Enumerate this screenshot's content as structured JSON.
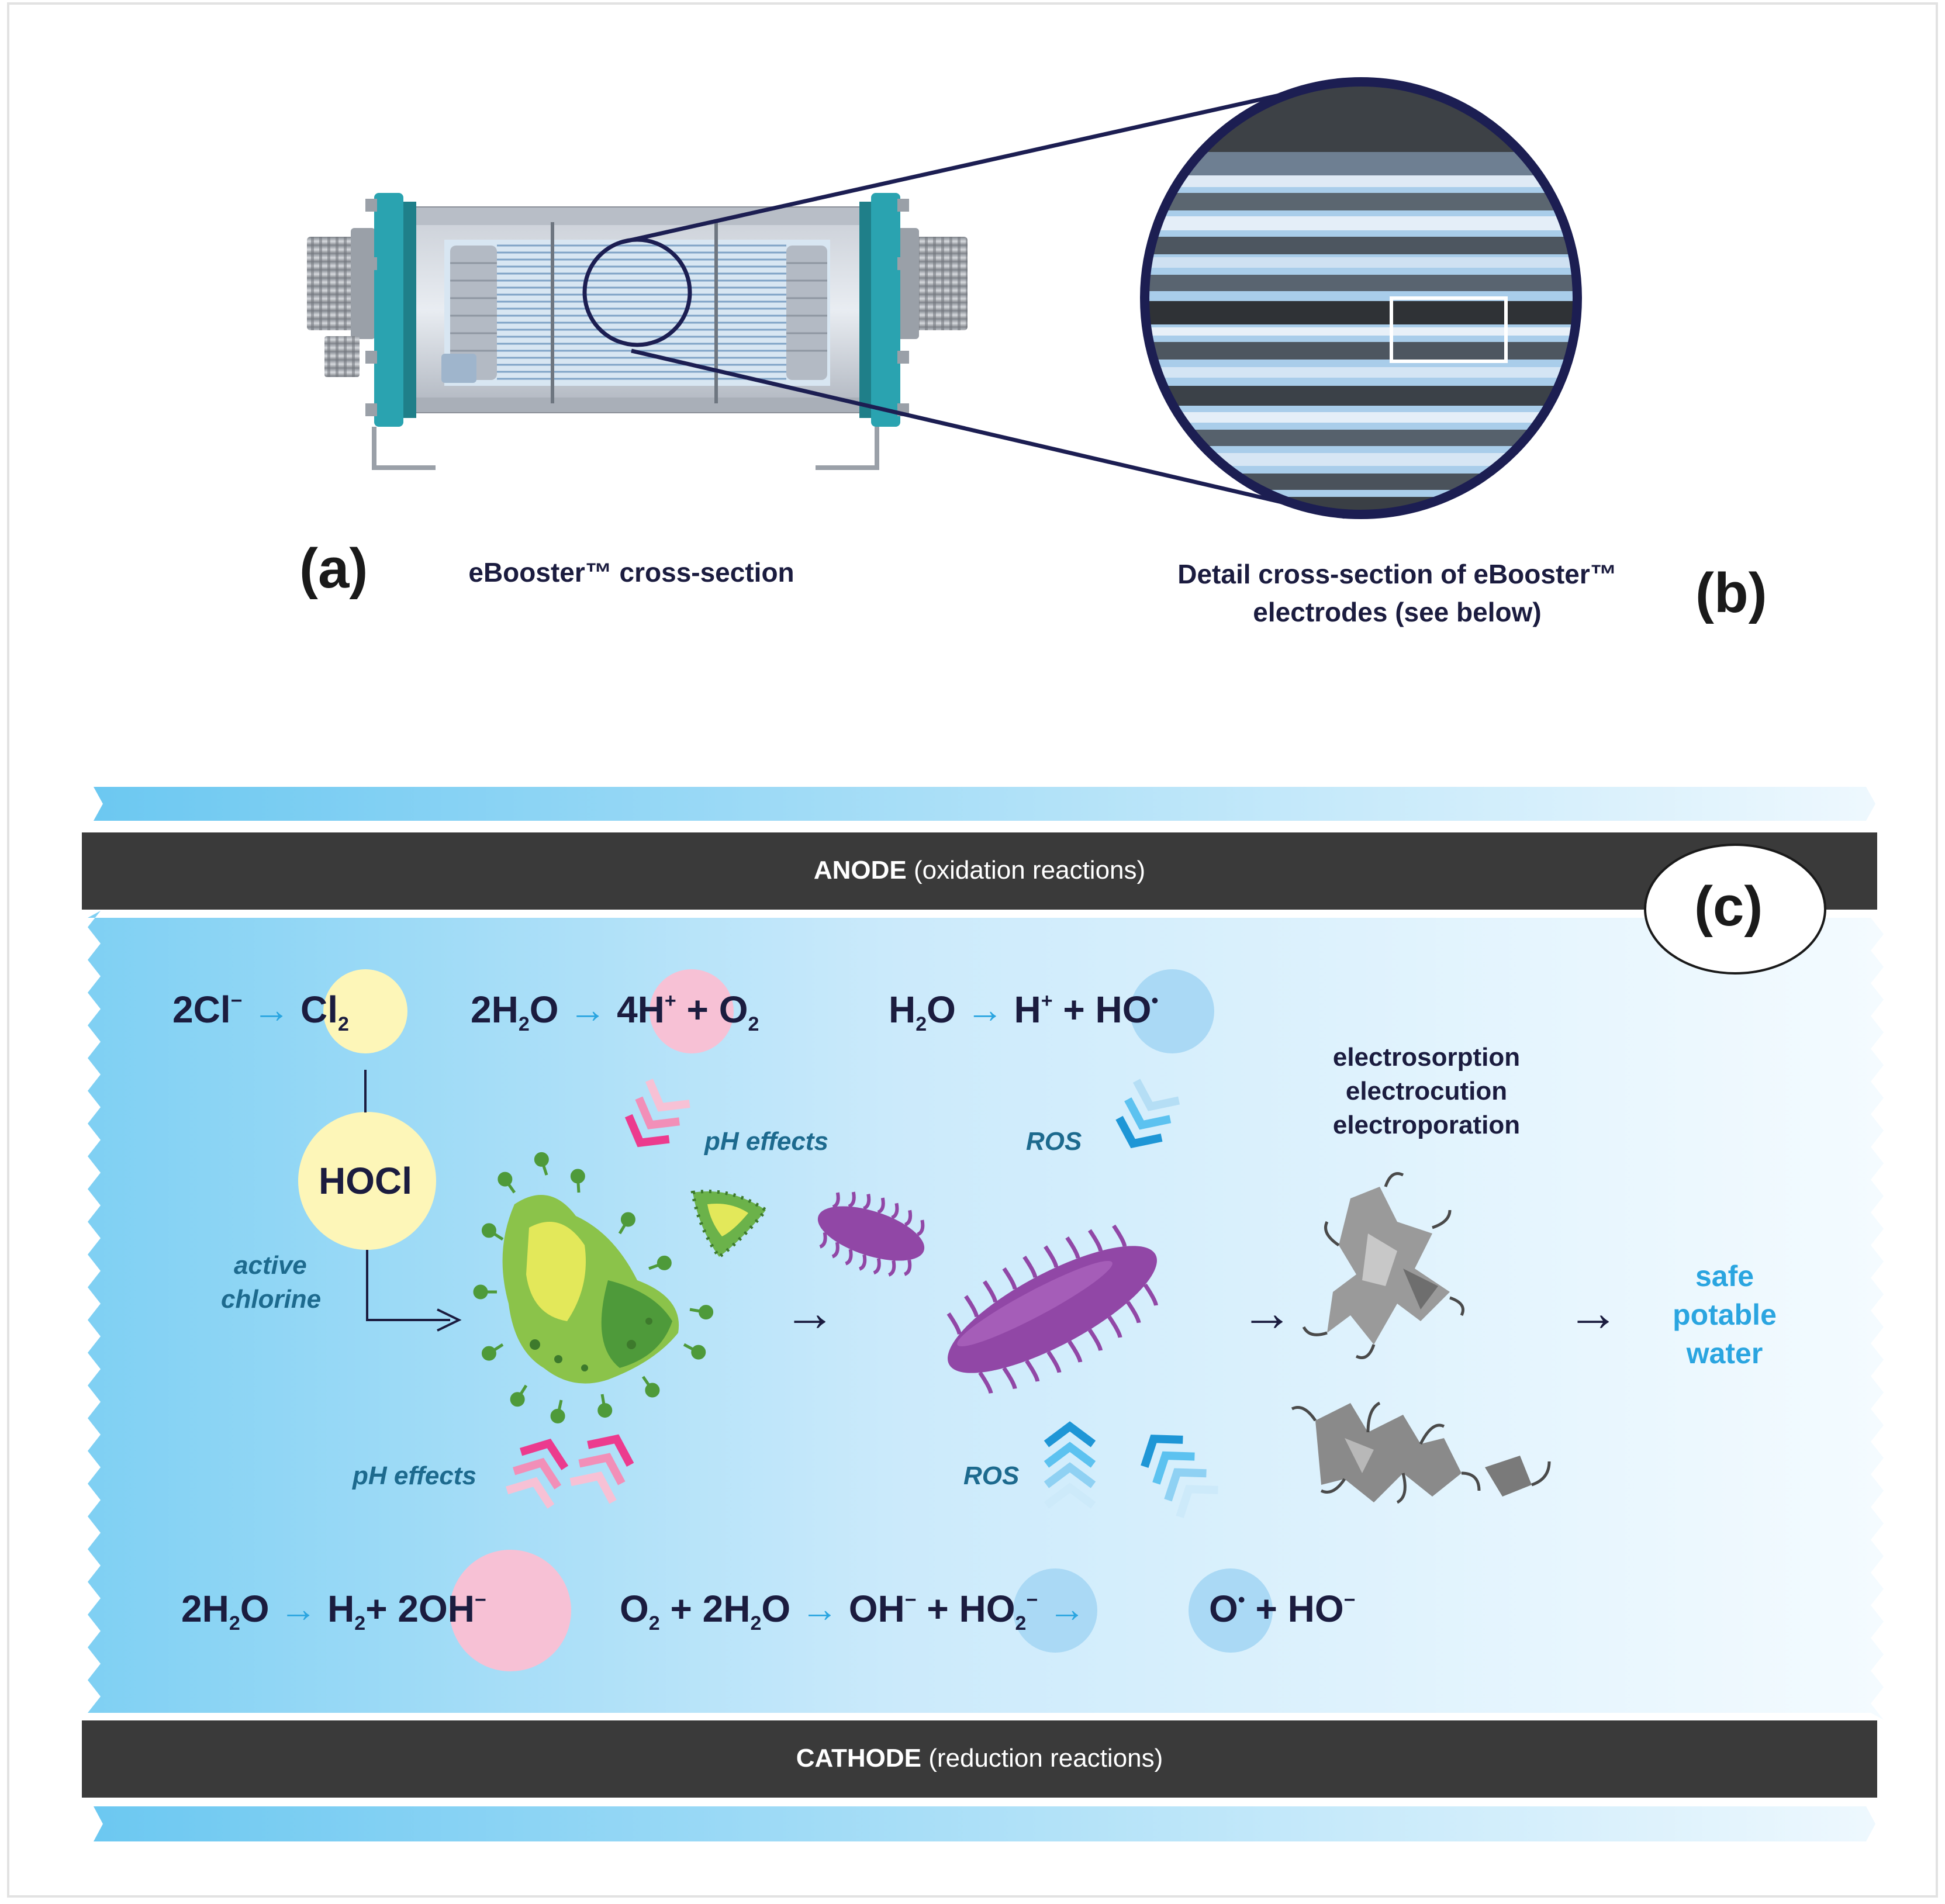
{
  "panel_a": {
    "label": "(a)",
    "caption": "eBooster™ cross-section"
  },
  "panel_b": {
    "label": "(b)",
    "caption_line1": "Detail cross-section of eBooster™",
    "caption_line2": "electrodes (see below)"
  },
  "panel_c": {
    "label": "(c)",
    "anode": {
      "name": "ANODE",
      "desc": "(oxidation reactions)"
    },
    "cathode": {
      "name": "CATHODE",
      "desc": "(reduction reactions)"
    },
    "anode_equations": {
      "eq1": {
        "left": "2Cl",
        "left_sup": "−",
        "product": "Cl",
        "product_sub": "2"
      },
      "eq2": {
        "left": "2H",
        "left_sub": "2",
        "left_tail": "O",
        "product": "4H",
        "product_sup": "+",
        "rest": "+ O",
        "rest_sub": "2"
      },
      "eq3": {
        "left": "H",
        "left_sub": "2",
        "left_tail": "O",
        "p1": "H",
        "p1_sup": "+",
        "plus": "+",
        "product": "HO",
        "product_sup": "•"
      }
    },
    "hocl": "HOCl",
    "active_chlorine_1": "active",
    "active_chlorine_2": "chlorine",
    "ph_effects_top": "pH effects",
    "ph_effects_bottom": "pH effects",
    "ros_top": "ROS",
    "ros_bottom": "ROS",
    "processes": [
      "electrosorption",
      "electrocution",
      "electroporation"
    ],
    "safe_water": [
      "safe",
      "potable",
      "water"
    ],
    "cathode_equations": {
      "eq1": {
        "left": "2H",
        "left_sub": "2",
        "left_tail": "O",
        "p1": "H",
        "p1_sub": "2",
        "plus": "+",
        "product": "2OH",
        "product_sup": "−"
      },
      "eq2": {
        "left1": "O",
        "left1_sub": "2",
        "plus": "+",
        "left2": "2H",
        "left2_sub": "2",
        "left2_tail": "O",
        "p1": "OH",
        "p1_sup": "−",
        "plus2": "+",
        "product": "HO",
        "product_sub": "2",
        "product_sup": "−"
      },
      "eq3": {
        "product": "O",
        "product_sup": "•",
        "rest": "+ HO",
        "rest_sup": "−"
      }
    },
    "arrow_symbol": "→"
  },
  "colors": {
    "navy": "#1b1c3f",
    "electrode_bar": "#3a3a3a",
    "water_blue": "#5cc2f0",
    "yellow_bubble": "#fdf6b8",
    "pink_bubble": "#f7c1d5",
    "blue_bubble": "#aad9f5",
    "teal_flange": "#2aa3b0",
    "virus_green": "#8bc34a",
    "bacteria_purple": "#9147a6",
    "arrow_pink": "#ec3b8e",
    "arrow_blue": "#29a9e0"
  }
}
